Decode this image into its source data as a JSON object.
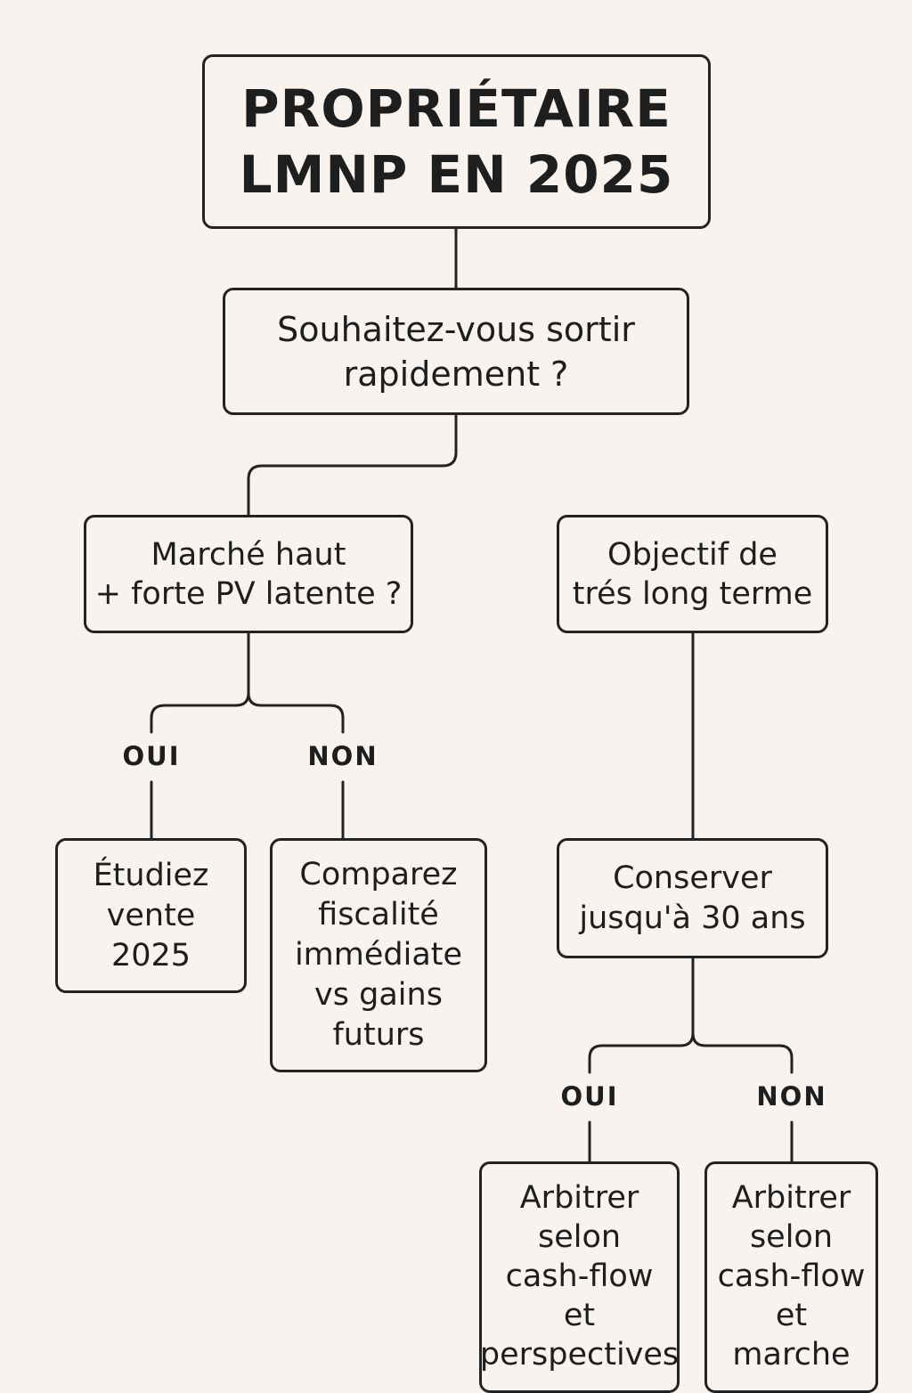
{
  "flowchart": {
    "title": "PROPRIÉTAIRE\nLMNP EN 2025",
    "question_exit": "Souhaitez-vous sortir\nrapidement ?",
    "question_market": "Marché haut\n+ forte PV latente ?",
    "goal_long_term": "Objectif de\ntrés long terme",
    "left_branch": {
      "yes_label": "OUI",
      "no_label": "NON",
      "yes_result": "Étudiez\nvente\n2025",
      "no_result": "Comparez\nfiscalité\nimmédiate\nvs gains\nfuturs"
    },
    "keep_question": "Conserver\njusqu'à 30 ans",
    "right_branch": {
      "yes_label": "OUI",
      "no_label": "NON",
      "yes_result": "Arbitrer\nselon\ncash-flow\net\nperspectives",
      "no_result": "Arbitrer\nselon\ncash-flow\net\nmarche"
    }
  },
  "colors": {
    "background": "#f8f3ee",
    "stroke": "#232323",
    "text": "#1e1e1e"
  }
}
